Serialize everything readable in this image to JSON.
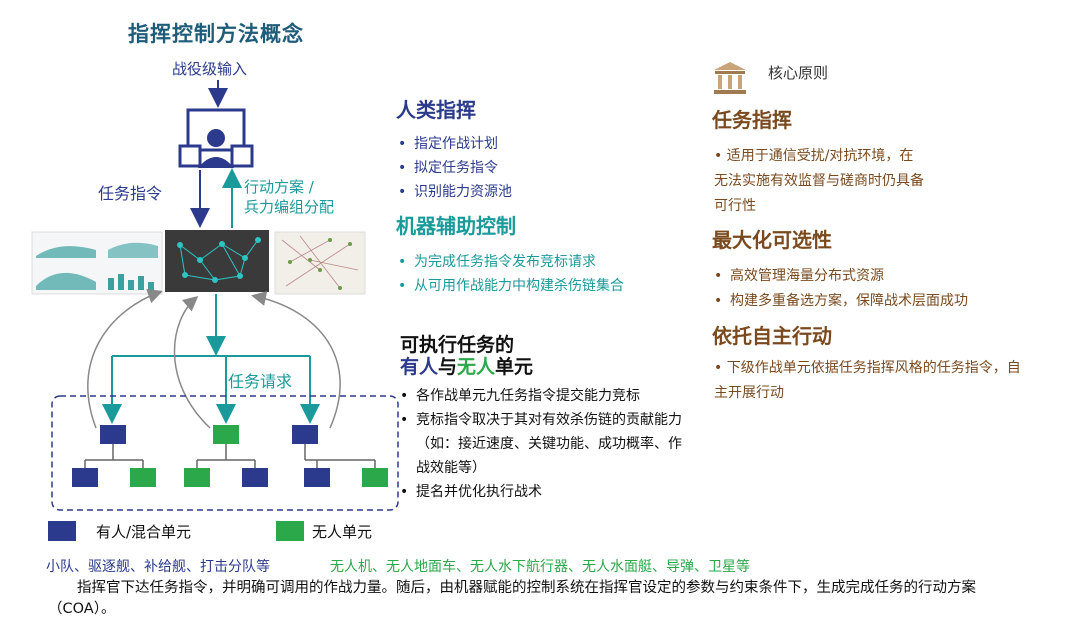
{
  "title": "指挥控制方法概念",
  "campaign_input": "战役级输入",
  "labels": {
    "task_order": "任务指令",
    "coa_line1": "行动方案 /",
    "coa_line2": "兵力编组分配",
    "task_request": "任务请求"
  },
  "human_command": {
    "heading": "人类指挥",
    "items": [
      "指定作战计划",
      "拟定任务指令",
      "识别能力资源池"
    ]
  },
  "machine_control": {
    "heading": "机器辅助控制",
    "items": [
      "为完成任务指令发布竞标请求",
      "从可用作战能力中构建杀伤链集合"
    ]
  },
  "executable": {
    "title_line1": "可执行任务的",
    "title_line2_a": "有人",
    "title_line2_b": "与",
    "title_line2_c": "无人",
    "title_line2_d": "单元",
    "items": [
      "各作战单元九任务指令提交能力竞标",
      "竞标指令取决于其对有效杀伤链的贡献能力（如：接近速度、关键功能、成功概率、作战效能等）",
      "提名并优化执行战术"
    ]
  },
  "legend": {
    "manned": "有人/混合单元",
    "unmanned": "无人单元"
  },
  "examples": {
    "manned": "小队、驱逐舰、补给舰、打击分队等",
    "unmanned": "无人机、无人地面车、无人水下航行器、无人水面艇、导弹、卫星等"
  },
  "footer": "指挥官下达任务指令，并明确可调用的作战力量。随后，由机器赋能的控制系统在指挥官设定的参数与约束条件下，生成完成任务的行动方案（COA）。",
  "core": {
    "label": "核心原则",
    "mission_command": {
      "heading": "任务指挥",
      "text": "• 适用于通信受扰/对抗环境，在无法实施有效监督与磋商时仍具备可行性"
    },
    "max_options": {
      "heading": "最大化可选性",
      "items": [
        "高效管理海量分布式资源",
        "构建多重备选方案，保障战术层面成功"
      ]
    },
    "autonomy": {
      "heading": "依托自主行动",
      "text": "• 下级作战单元依据任务指挥风格的任务指令，自主开展行动"
    }
  },
  "colors": {
    "navy": "#2b3a8c",
    "teal": "#1a9a9a",
    "green": "#2aa84a",
    "brown": "#7a4a1e",
    "title": "#1e5c7a"
  }
}
